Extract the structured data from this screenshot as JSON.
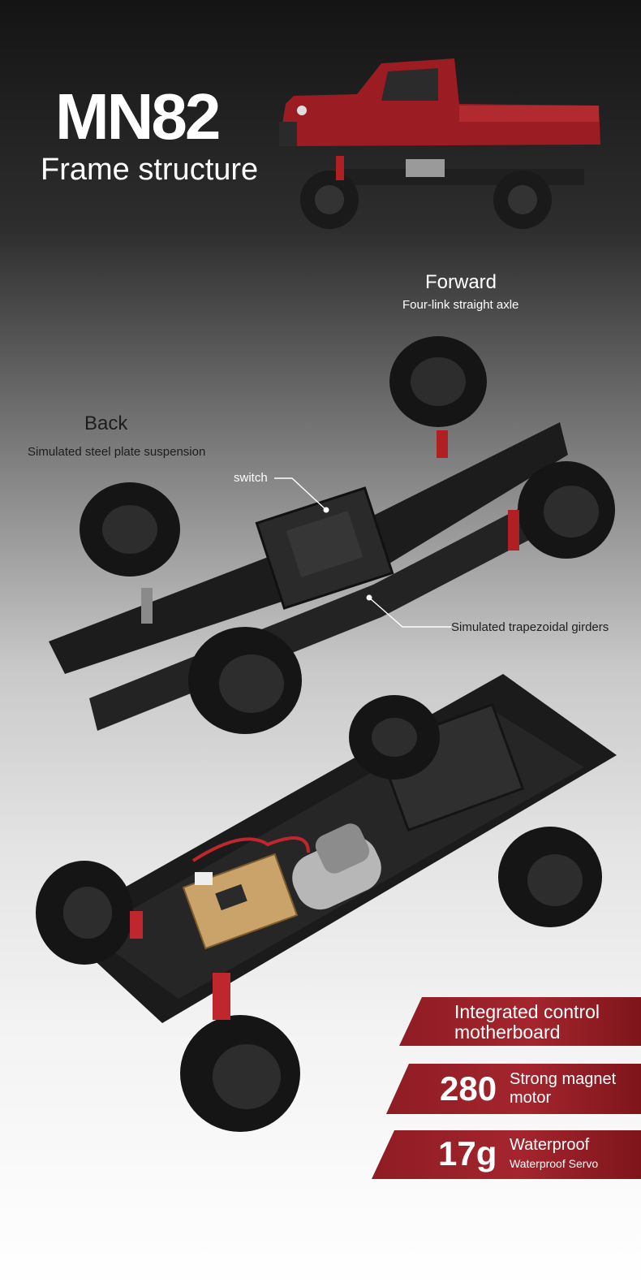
{
  "header": {
    "model": "MN82",
    "subtitle": "Frame structure"
  },
  "labels": {
    "forward_title": "Forward",
    "forward_sub": "Four-link straight axle",
    "back_title": "Back",
    "back_sub": "Simulated steel plate suspension",
    "switch": "switch",
    "girders": "Simulated trapezoidal girders"
  },
  "banners": {
    "motherboard": {
      "line1": "Integrated control",
      "line2": "motherboard"
    },
    "motor": {
      "number": "280",
      "line1": "Strong magnet",
      "line2": "motor"
    },
    "servo": {
      "number": "17g",
      "line1": "Waterproof",
      "line2": "Waterproof Servo"
    }
  },
  "colors": {
    "accent_red": "#a4252d",
    "truck_red": "#9b1c22"
  }
}
